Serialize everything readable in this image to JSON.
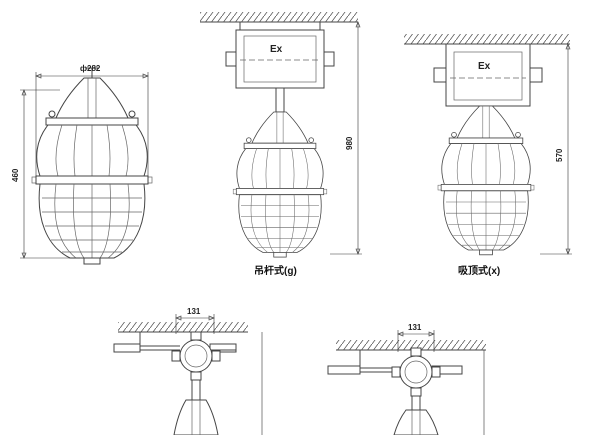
{
  "figure_1": {
    "width_label": "ф282",
    "height_label": "460"
  },
  "figure_2": {
    "height_label": "980",
    "box_marking": "Ex",
    "caption": "吊杆式(g)"
  },
  "figure_3": {
    "height_label": "570",
    "box_marking": "Ex",
    "caption": "吸顶式(x)"
  },
  "figure_4": {
    "width_label": "131"
  },
  "figure_5": {
    "width_label": "131"
  }
}
